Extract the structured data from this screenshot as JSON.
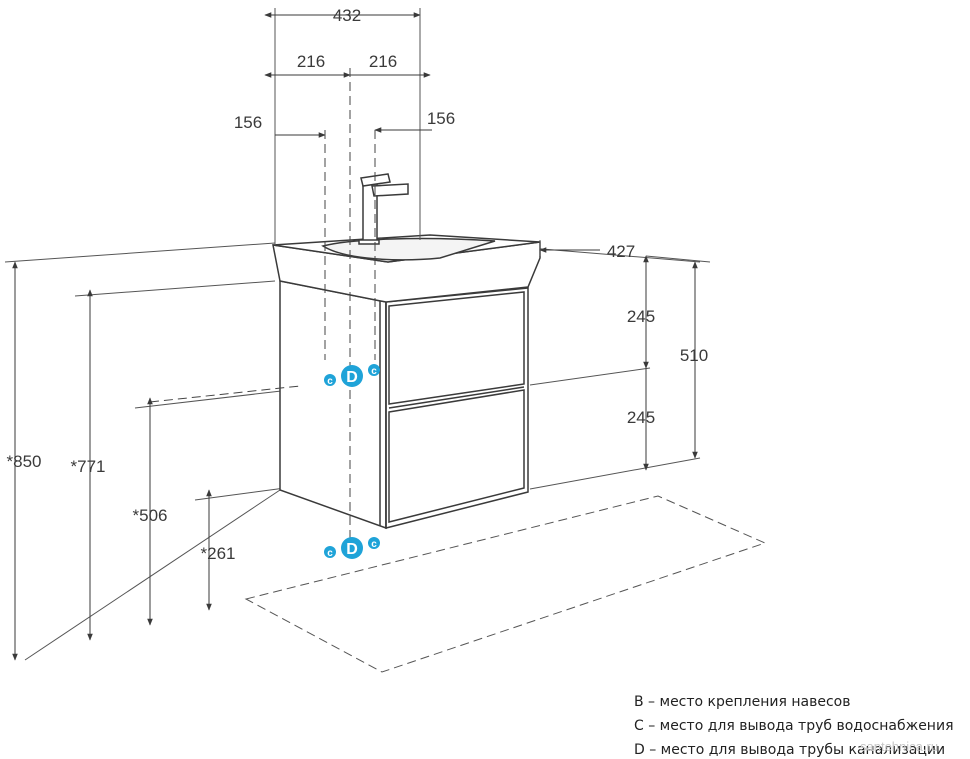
{
  "dimensions": {
    "top_width": "432",
    "half_left": "216",
    "half_right": "216",
    "hang_left": "156",
    "hang_right": "156",
    "depth": "427",
    "upper_drawer": "245",
    "lower_drawer": "245",
    "cabinet_height": "510",
    "total_height": "*850",
    "hang_height": "*771",
    "water_outlet_height": "*506",
    "drain_height": "*261"
  },
  "markers": {
    "d_label": "D",
    "c_label": "c"
  },
  "legend": {
    "b": "B – место крепления навесов",
    "c": "C – место для вывода труб водоснабжения",
    "d": "D – место для вывода трубы канализации"
  },
  "watermark": "santehnica.ru",
  "colors": {
    "line": "#3a3a3a",
    "marker": "#1fa3d8",
    "background": "#ffffff"
  }
}
